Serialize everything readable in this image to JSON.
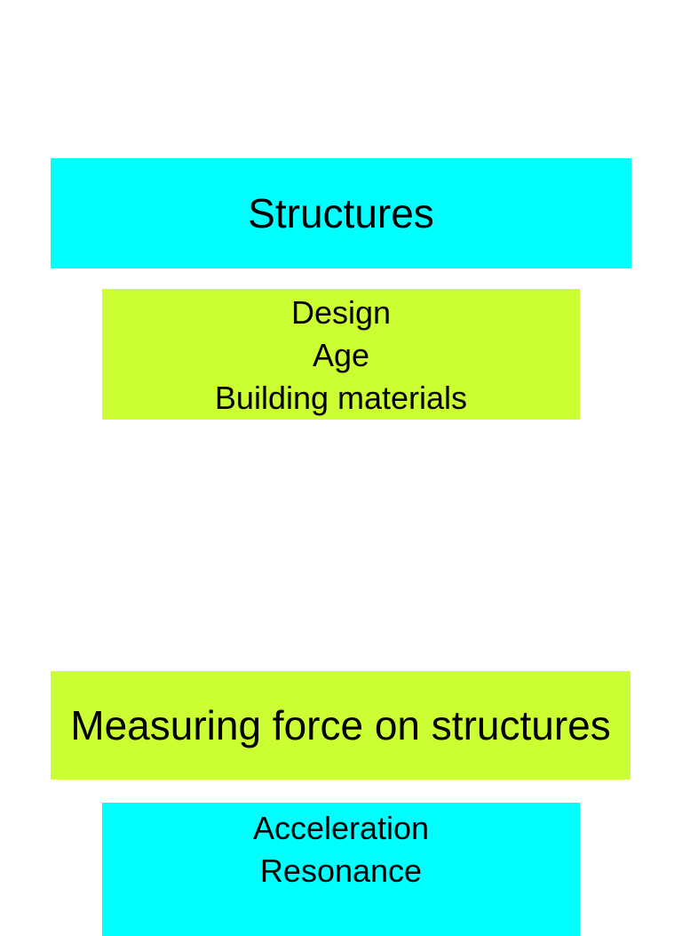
{
  "page": {
    "background_color": "#FFFFFF",
    "text_color": "#000000"
  },
  "colors": {
    "cyan": "#00FFFF",
    "chartreuse": "#CCFF33"
  },
  "slide1": {
    "title": "Structures",
    "title_box_color": "#00FFFF",
    "content_box_color": "#CCFF33",
    "content": {
      "lines": [
        "Design",
        "Age",
        "Building materials"
      ]
    }
  },
  "slide2": {
    "title": "Measuring force on structures",
    "title_box_color": "#CCFF33",
    "content_box_color": "#00FFFF",
    "content": {
      "lines": [
        "Acceleration",
        "Resonance"
      ]
    }
  }
}
